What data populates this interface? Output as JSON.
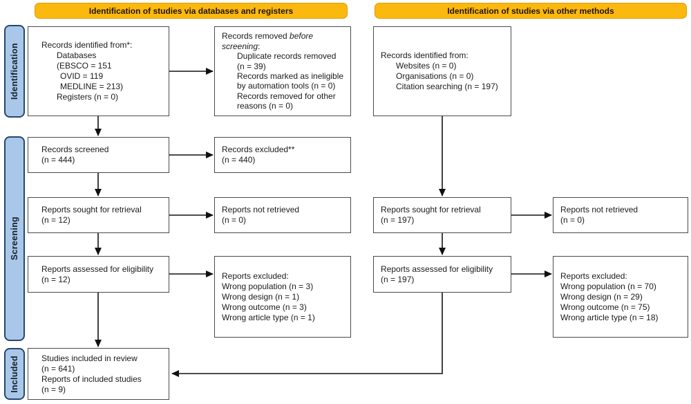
{
  "colors": {
    "banner_fill": "#FBB80F",
    "banner_border": "#DD9C00",
    "banner_text": "#221600",
    "stage_fill": "#A9C7E8",
    "stage_border": "#27476B",
    "box_border": "#4A4A4A",
    "arrow": "#111111",
    "text": "#1A1A1A"
  },
  "banners": {
    "databases": "Identification of studies via databases and registers",
    "other": "Identification of studies via other methods"
  },
  "stages": {
    "identification": "Identification",
    "screening": "Screening",
    "included": "Included"
  },
  "boxes": {
    "db_identified": {
      "lines": [
        {
          "text": "Records identified from*:"
        },
        {
          "text": "Databases",
          "indent": 1
        },
        {
          "text": "(EBSCO = 151",
          "indent": 1
        },
        {
          "text": "OVID = 119",
          "indent": 2
        },
        {
          "text": "MEDLINE = 213)",
          "indent": 2
        },
        {
          "text": "Registers (n = 0)",
          "indent": 1
        }
      ]
    },
    "records_removed": {
      "lines": [
        {
          "parts": [
            {
              "t": "Records removed "
            },
            {
              "t": "before",
              "i": true
            }
          ]
        },
        {
          "parts": [
            {
              "t": "screening",
              "i": true
            },
            {
              "t": ":"
            }
          ]
        },
        {
          "text": "Duplicate records removed",
          "indent": 1
        },
        {
          "text": "(n = 39)",
          "indent": 1
        },
        {
          "text": "Records marked as ineligible",
          "indent": 1
        },
        {
          "text": "by automation tools (n = 0)",
          "indent": 1
        },
        {
          "text": "Records removed for other",
          "indent": 1
        },
        {
          "text": "reasons (n = 0)",
          "indent": 1
        }
      ]
    },
    "other_identified": {
      "lines": [
        {
          "text": "Records identified from:"
        },
        {
          "text": "Websites (n = 0)",
          "indent": 1
        },
        {
          "text": "Organisations (n = 0)",
          "indent": 1
        },
        {
          "text": "Citation searching (n = 197)",
          "indent": 1
        }
      ]
    },
    "records_screened": {
      "lines": [
        {
          "text": "Records screened"
        },
        {
          "text": "(n = 444)"
        }
      ]
    },
    "records_excluded": {
      "lines": [
        {
          "text": "Records excluded**"
        },
        {
          "text": "(n = 440)"
        }
      ]
    },
    "reports_sought_db": {
      "lines": [
        {
          "text": "Reports sought for retrieval"
        },
        {
          "text": "(n = 12)"
        }
      ]
    },
    "reports_not_retrieved_db": {
      "lines": [
        {
          "text": "Reports not retrieved"
        },
        {
          "text": "(n = 0)"
        }
      ]
    },
    "reports_assessed_db": {
      "lines": [
        {
          "text": "Reports assessed for eligibility"
        },
        {
          "text": "(n = 12)"
        }
      ]
    },
    "reports_excluded_db": {
      "lines": [
        {
          "text": "Reports excluded:"
        },
        {
          "text": "Wrong population (n = 3)"
        },
        {
          "text": "Wrong design (n = 1)"
        },
        {
          "text": "Wrong outcome (n = 3)"
        },
        {
          "text": "Wrong article type (n = 1)"
        }
      ]
    },
    "reports_sought_other": {
      "lines": [
        {
          "text": "Reports sought for retrieval"
        },
        {
          "text": "(n = 197)"
        }
      ]
    },
    "reports_not_retrieved_other": {
      "lines": [
        {
          "text": "Reports not retrieved"
        },
        {
          "text": "(n = 0)"
        }
      ]
    },
    "reports_assessed_other": {
      "lines": [
        {
          "text": "Reports assessed for eligibility"
        },
        {
          "text": "(n = 197)"
        }
      ]
    },
    "reports_excluded_other": {
      "lines": [
        {
          "text": "Reports excluded:"
        },
        {
          "text": "Wrong population (n = 70)"
        },
        {
          "text": "Wrong design (n = 29)"
        },
        {
          "text": "Wrong outcome (n = 75)"
        },
        {
          "text": "Wrong article type (n = 18)"
        }
      ]
    },
    "studies_included": {
      "lines": [
        {
          "text": "Studies included in review"
        },
        {
          "text": "(n = 641)"
        },
        {
          "text": "Reports of included studies"
        },
        {
          "text": "(n = 9)"
        }
      ]
    }
  }
}
